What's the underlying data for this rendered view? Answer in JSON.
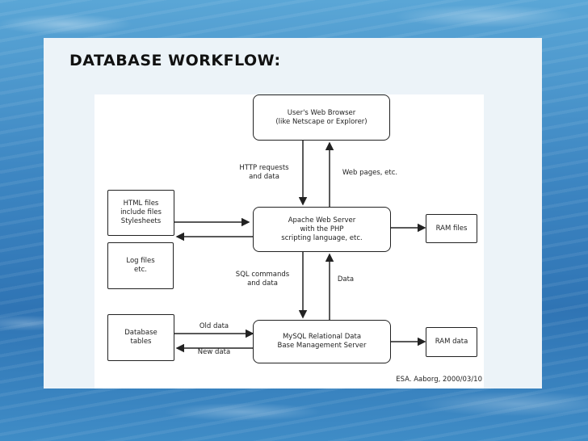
{
  "title": "DATABASE WORKFLOW:",
  "diagram": {
    "browser": "User's Web Browser\n(like Netscape or Explorer)",
    "server": "Apache Web Server\nwith the PHP\nscripting language, etc.",
    "mysql": "MySQL Relational Data\nBase Management Server",
    "html_files": "HTML files\ninclude files\nStylesheets",
    "log_files": "Log files\netc.",
    "database_tables": "Database\ntables",
    "ram_files": "RAM files",
    "ram_data": "RAM data",
    "http_requests": "HTTP requests\nand data",
    "web_pages": "Web pages, etc.",
    "sql_commands": "SQL commands\nand data",
    "data": "Data",
    "old_data": "Old data",
    "new_data": "New data",
    "credit": "ESA. Aaborg, 2000/03/10"
  }
}
